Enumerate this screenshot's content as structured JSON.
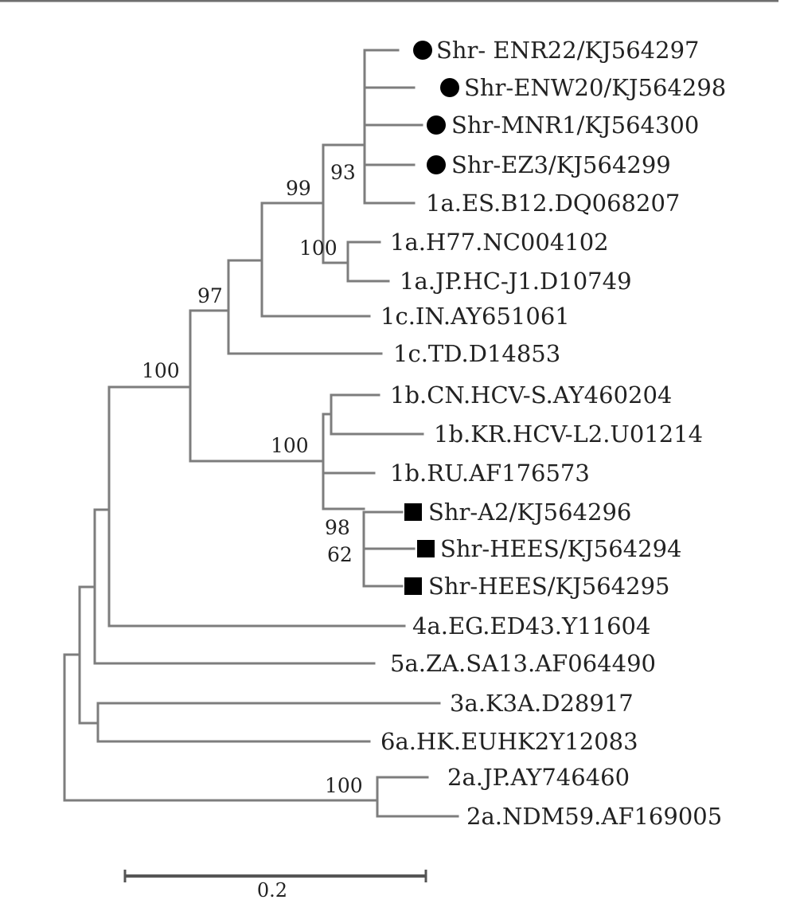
{
  "tree": {
    "leaves": [
      {
        "id": "L1",
        "label": "Shr- ENR22/KJ564297",
        "marker": "circle"
      },
      {
        "id": "L2",
        "label": "Shr-ENW20/KJ564298",
        "marker": "circle"
      },
      {
        "id": "L3",
        "label": "Shr-MNR1/KJ564300",
        "marker": "circle"
      },
      {
        "id": "L4",
        "label": "Shr-EZ3/KJ564299",
        "marker": "circle"
      },
      {
        "id": "L5",
        "label": "1a.ES.B12.DQ068207",
        "marker": ""
      },
      {
        "id": "L6",
        "label": "1a.H77.NC004102",
        "marker": ""
      },
      {
        "id": "L7",
        "label": "1a.JP.HC-J1.D10749",
        "marker": ""
      },
      {
        "id": "L8",
        "label": "1c.IN.AY651061",
        "marker": ""
      },
      {
        "id": "L9",
        "label": "1c.TD.D14853",
        "marker": ""
      },
      {
        "id": "L10",
        "label": "1b.CN.HCV-S.AY460204",
        "marker": ""
      },
      {
        "id": "L11",
        "label": "1b.KR.HCV-L2.U01214",
        "marker": ""
      },
      {
        "id": "L12",
        "label": "1b.RU.AF176573",
        "marker": ""
      },
      {
        "id": "L13",
        "label": "Shr-A2/KJ564296",
        "marker": "square"
      },
      {
        "id": "L14",
        "label": "Shr-HEES/KJ564294",
        "marker": "square"
      },
      {
        "id": "L15",
        "label": "Shr-HEES/KJ564295",
        "marker": "square"
      },
      {
        "id": "L16",
        "label": "4a.EG.ED43.Y11604",
        "marker": ""
      },
      {
        "id": "L17",
        "label": "5a.ZA.SA13.AF064490",
        "marker": ""
      },
      {
        "id": "L18",
        "label": "3a.K3A.D28917",
        "marker": ""
      },
      {
        "id": "L19",
        "label": "6a.HK.EUHK2Y12083",
        "marker": ""
      },
      {
        "id": "L20",
        "label": "2a.JP.AY746460",
        "marker": ""
      },
      {
        "id": "L21",
        "label": "2a.NDM59.AF169005",
        "marker": ""
      }
    ],
    "support_values": [
      {
        "id": "S99",
        "value": "99"
      },
      {
        "id": "S93",
        "value": "93"
      },
      {
        "id": "S100a",
        "value": "100"
      },
      {
        "id": "S97",
        "value": "97"
      },
      {
        "id": "S100root1",
        "value": "100"
      },
      {
        "id": "S100b",
        "value": "100"
      },
      {
        "id": "S98",
        "value": "98"
      },
      {
        "id": "S62",
        "value": "62"
      },
      {
        "id": "S100c",
        "value": "100"
      }
    ],
    "scale_bar": {
      "label": "0.2"
    }
  }
}
